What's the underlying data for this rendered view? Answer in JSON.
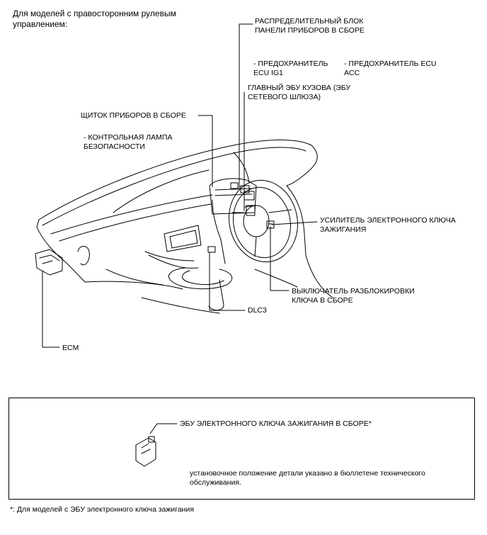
{
  "header": {
    "title": "Для моделей с правосторонним рулевым\nуправлением:"
  },
  "labels": {
    "junction_block": "РАСПРЕДЕЛИТЕЛЬНЫЙ БЛОК\nПАНЕЛИ ПРИБОРОВ В СБОРЕ",
    "fuse_ecu_ig1": "- ПРЕДОХРАНИТЕЛЬ\nECU IG1",
    "fuse_ecu_acc": "- ПРЕДОХРАНИТЕЛЬ ECU\nACC",
    "main_body_ecu": "ГЛАВНЫЙ ЭБУ КУЗОВА (ЭБУ\nСЕТЕВОГО ШЛЮЗА)",
    "combination_meter": "ЩИТОК ПРИБОРОВ В СБОРЕ",
    "security_indicator": "- КОНТРОЛЬНАЯ ЛАМПА\nБЕЗОПАСНОСТИ",
    "key_amplifier": "УСИЛИТЕЛЬ ЭЛЕКТРОННОГО КЛЮЧА\nЗАЖИГАНИЯ",
    "unlock_switch": "ВЫКЛЮЧАТЕЛЬ РАЗБЛОКИРОВКИ\nКЛЮЧА В СБОРЕ",
    "dlc3": "DLC3",
    "ecm": "ECM"
  },
  "inset": {
    "label": "ЭБУ ЭЛЕКТРОННОГО КЛЮЧА ЗАЖИГАНИЯ В СБОРЕ*",
    "note": "установочное положение детали указано в бюллетене технического\nобслуживания."
  },
  "footnote": "*: Для моделей с ЭБУ электронного ключа зажигания"
}
